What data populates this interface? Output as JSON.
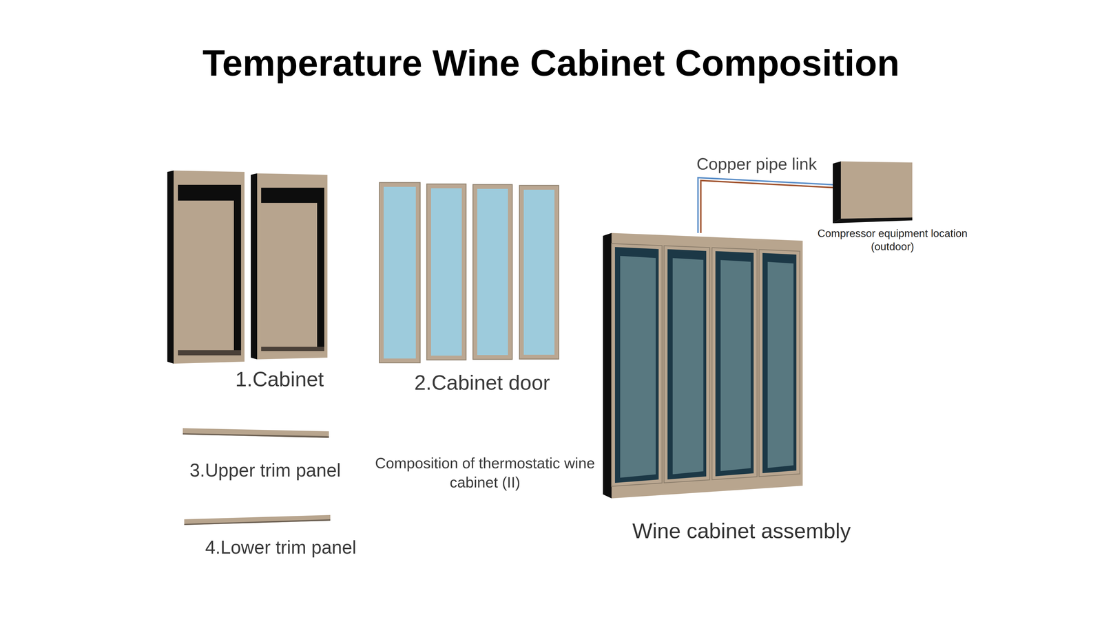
{
  "diagram": {
    "title": "Temperature Wine Cabinet Composition",
    "nodes": [
      {
        "text": [
          "Wine cabinet assembly"
        ]
      },
      {
        "text": [
          "Compressor equipment location (outdoor)"
        ]
      }
    ],
    "edges": [
      {
        "from": 0,
        "to": 1,
        "label": "Copper pipe link",
        "arrow": "none"
      }
    ],
    "labels": [
      "1.Cabinet",
      "2.Cabinet door",
      "3.Upper trim panel",
      "Composition of thermostatic wine cabinet (II)",
      "4.Lower trim panel"
    ]
  }
}
